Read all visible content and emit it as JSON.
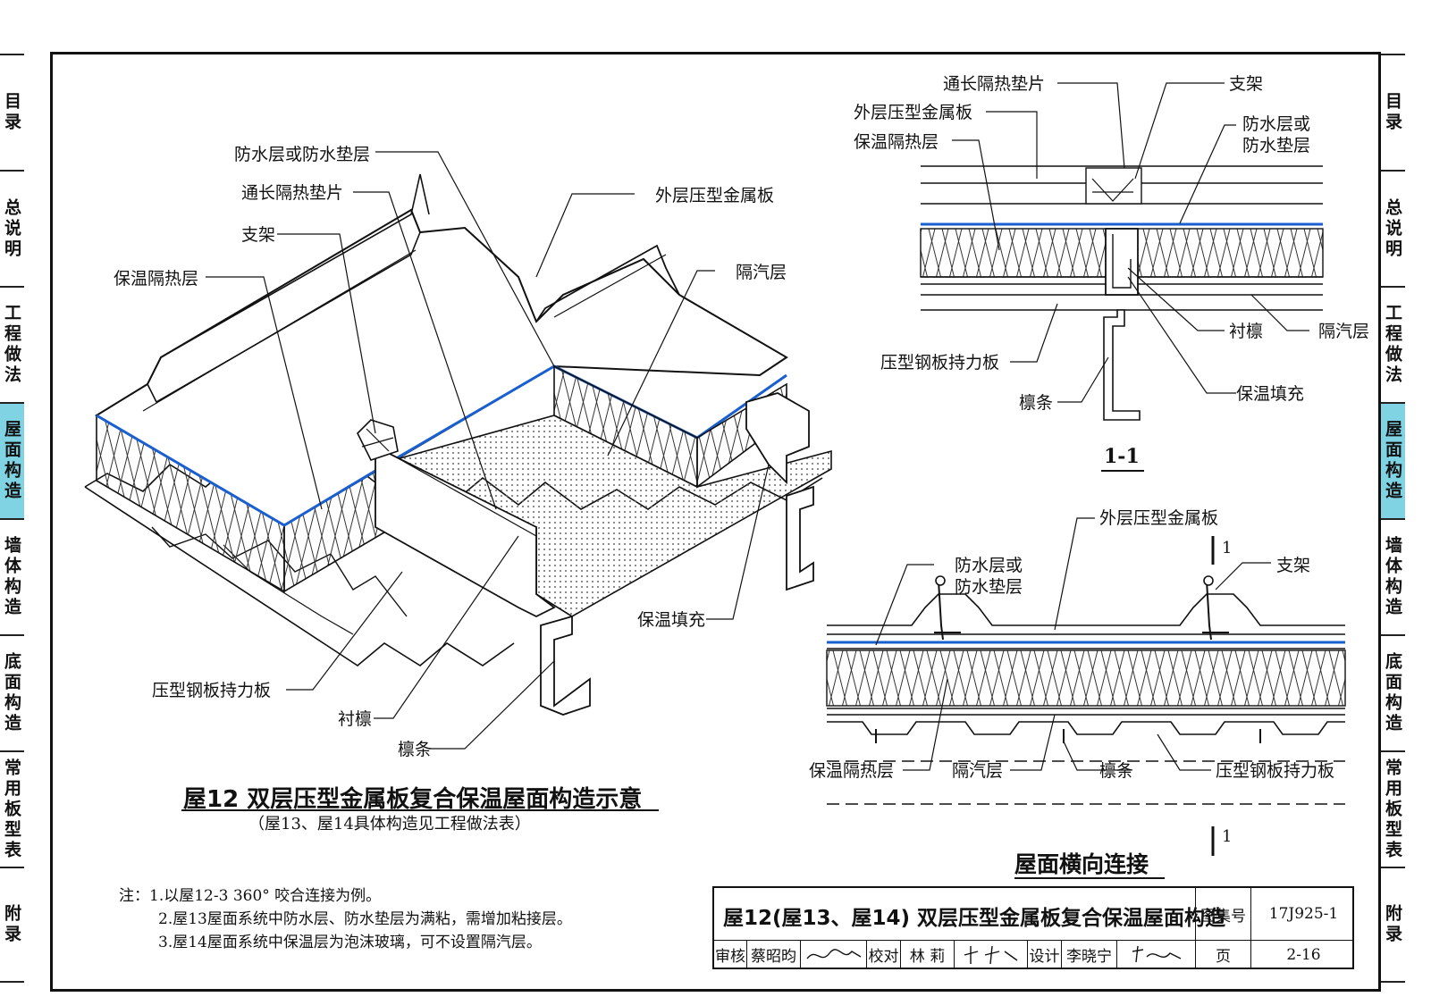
{
  "nav_tabs": [
    "目录",
    "总说明",
    "工程做法",
    "屋面构造",
    "墙体构造",
    "底面构造",
    "常用板型表",
    "附录"
  ],
  "active_tab": "屋面构造",
  "accent_color": "#7fd3e3",
  "iso_labels": {
    "waterproof": "防水层或防水垫层",
    "thermal_pad": "通长隔热垫片",
    "bracket": "支架",
    "insulation": "保温隔热层",
    "outer_panel": "外层压型金属板",
    "vapor": "隔汽层",
    "fill": "保温填充",
    "deck": "压型钢板持力板",
    "sub_purlin": "衬檩",
    "purlin": "檩条"
  },
  "main_title": "屋12 双层压型金属板复合保温屋面构造示意",
  "main_subtitle": "（屋13、屋14具体构造见工程做法表）",
  "section_labels": {
    "thermal_pad": "通长隔热垫片",
    "bracket": "支架",
    "outer_panel": "外层压型金属板",
    "waterproof_1": "防水层或",
    "waterproof_2": "防水垫层",
    "insulation": "保温隔热层",
    "sub_purlin": "衬檩",
    "vapor": "隔汽层",
    "deck": "压型钢板持力板",
    "fill": "保温填充",
    "purlin": "檩条",
    "section_id": "1-1"
  },
  "transverse_labels": {
    "outer_panel": "外层压型金属板",
    "cut_mark": "1",
    "waterproof_1": "防水层或",
    "waterproof_2": "防水垫层",
    "bracket": "支架",
    "insulation": "保温隔热层",
    "vapor": "隔汽层",
    "purlin": "檩条",
    "deck": "压型钢板持力板",
    "title": "屋面横向连接"
  },
  "notes": [
    "注：1.以屋12-3 360° 咬合连接为例。",
    "2.屋13屋面系统中防水层、防水垫层为满粘，需增加粘接层。",
    "3.屋14屋面系统中保温层为泡沫玻璃，可不设置隔汽层。"
  ],
  "title_block": {
    "title": "屋12(屋13、屋14) 双层压型金属板复合保温屋面构造",
    "atlas_label": "图集号",
    "atlas_no": "17J925-1",
    "review_label": "审核",
    "reviewer": "蔡昭昀",
    "check_label": "校对",
    "checker": "林 莉",
    "design_label": "设计",
    "designer": "李晓宁",
    "page_label": "页",
    "page_no": "2-16"
  }
}
